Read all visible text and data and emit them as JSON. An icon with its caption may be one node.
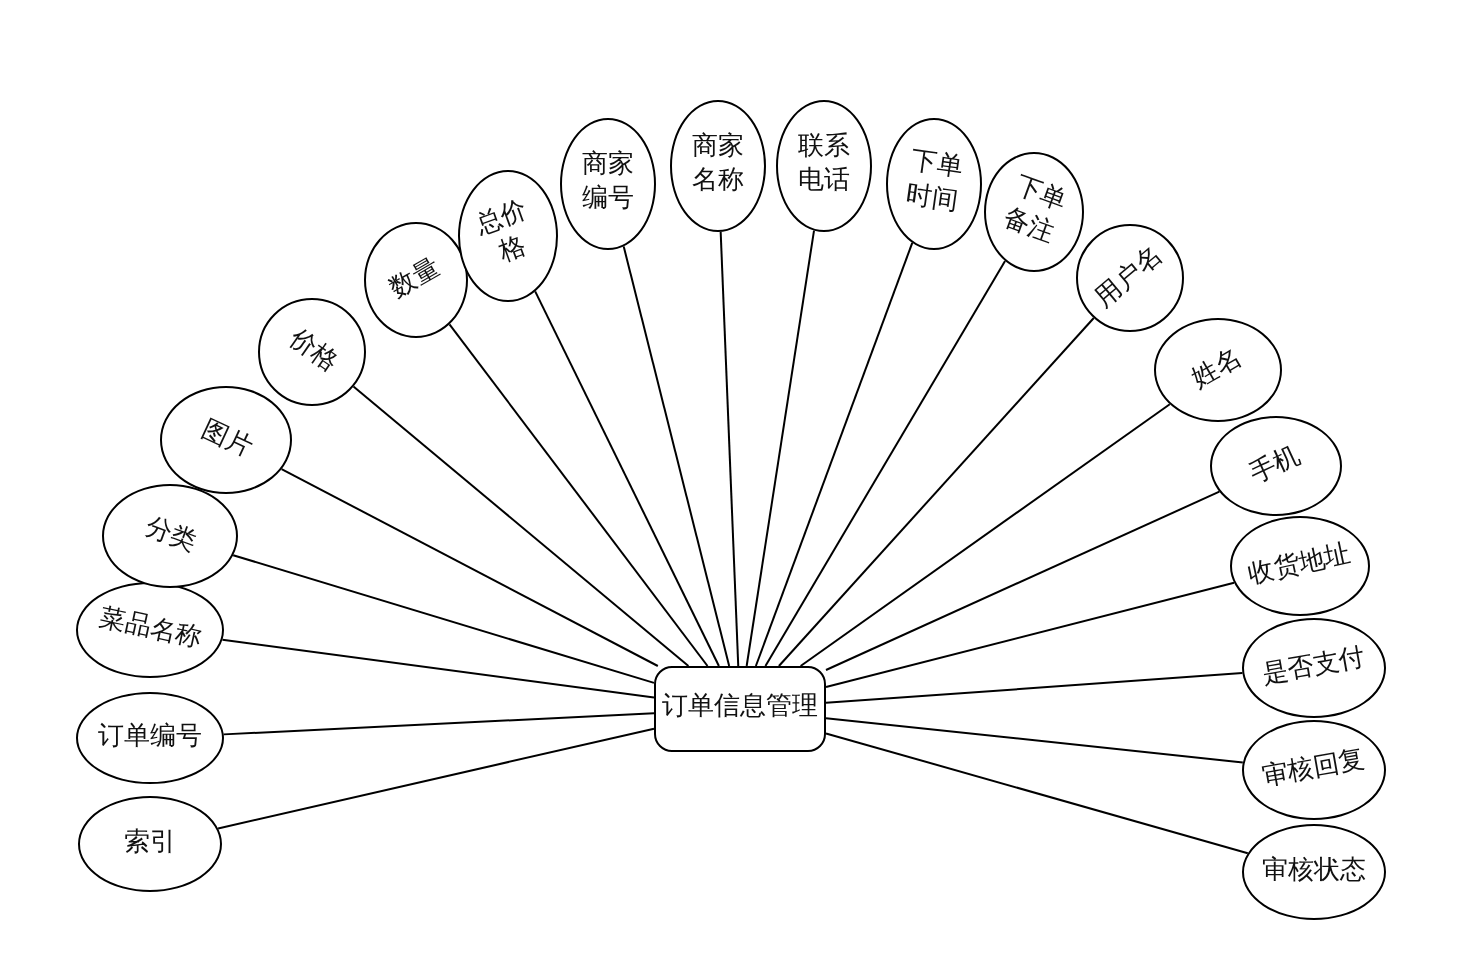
{
  "diagram": {
    "nodes": [
      {
        "text": [
          "订单信息管理"
        ]
      },
      {
        "text": [
          "索引"
        ]
      },
      {
        "text": [
          "订单编号"
        ]
      },
      {
        "text": [
          "菜品名称"
        ]
      },
      {
        "text": [
          "分类"
        ]
      },
      {
        "text": [
          "图片"
        ]
      },
      {
        "text": [
          "价格"
        ]
      },
      {
        "text": [
          "数量"
        ]
      },
      {
        "text": [
          "总价格"
        ]
      },
      {
        "text": [
          "商家编号"
        ]
      },
      {
        "text": [
          "商家名称"
        ]
      },
      {
        "text": [
          "联系电话"
        ]
      },
      {
        "text": [
          "下单时间"
        ]
      },
      {
        "text": [
          "下单备注"
        ]
      },
      {
        "text": [
          "用户名"
        ]
      },
      {
        "text": [
          "姓名"
        ]
      },
      {
        "text": [
          "手机"
        ]
      },
      {
        "text": [
          "收货地址"
        ]
      },
      {
        "text": [
          "是否支付"
        ]
      },
      {
        "text": [
          "审核回复"
        ]
      },
      {
        "text": [
          "审核状态"
        ]
      }
    ],
    "edges": [
      {
        "from": 0,
        "to": 1,
        "arrow": "none"
      },
      {
        "from": 0,
        "to": 2,
        "arrow": "none"
      },
      {
        "from": 0,
        "to": 3,
        "arrow": "none"
      },
      {
        "from": 0,
        "to": 4,
        "arrow": "none"
      },
      {
        "from": 0,
        "to": 5,
        "arrow": "none"
      },
      {
        "from": 0,
        "to": 6,
        "arrow": "none"
      },
      {
        "from": 0,
        "to": 7,
        "arrow": "none"
      },
      {
        "from": 0,
        "to": 8,
        "arrow": "none"
      },
      {
        "from": 0,
        "to": 9,
        "arrow": "none"
      },
      {
        "from": 0,
        "to": 10,
        "arrow": "none"
      },
      {
        "from": 0,
        "to": 11,
        "arrow": "none"
      },
      {
        "from": 0,
        "to": 12,
        "arrow": "none"
      },
      {
        "from": 0,
        "to": 13,
        "arrow": "none"
      },
      {
        "from": 0,
        "to": 14,
        "arrow": "none"
      },
      {
        "from": 0,
        "to": 15,
        "arrow": "none"
      },
      {
        "from": 0,
        "to": 16,
        "arrow": "none"
      },
      {
        "from": 0,
        "to": 17,
        "arrow": "none"
      },
      {
        "from": 0,
        "to": 18,
        "arrow": "none"
      },
      {
        "from": 0,
        "to": 19,
        "arrow": "none"
      },
      {
        "from": 0,
        "to": 20,
        "arrow": "none"
      }
    ]
  }
}
